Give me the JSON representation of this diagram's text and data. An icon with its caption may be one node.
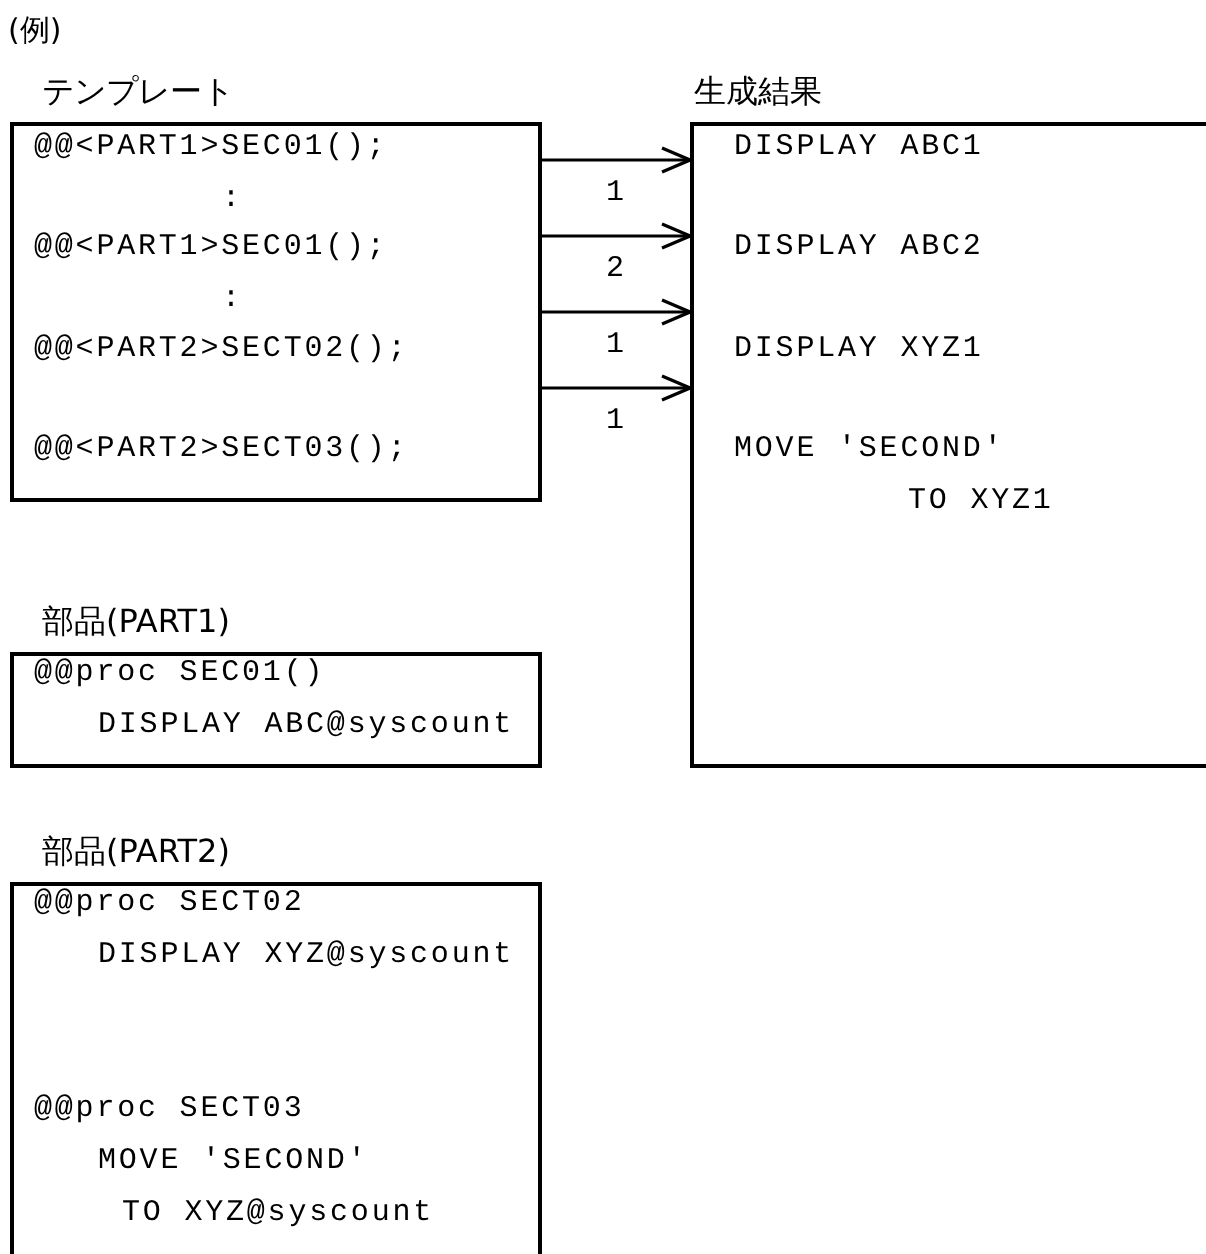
{
  "diagram": {
    "title": "(例)",
    "nodes": [
      {
        "text": [
          "テンプレート",
          "@@<PART1>SEC01();",
          ":",
          "@@<PART1>SEC01();",
          ":",
          "@@<PART2>SECT02();",
          "@@<PART2>SECT03();"
        ]
      },
      {
        "text": [
          "生成結果",
          "DISPLAY ABC1",
          "DISPLAY ABC2",
          "DISPLAY XYZ1",
          "MOVE 'SECOND'",
          "TO XYZ1"
        ]
      },
      {
        "text": [
          "部品(PART1)",
          "@@proc SEC01()",
          "DISPLAY ABC@syscount"
        ]
      },
      {
        "text": [
          "部品(PART2)",
          "@@proc SECT02",
          "DISPLAY XYZ@syscount",
          "@@proc SECT03",
          "MOVE 'SECOND'",
          "TO XYZ@syscount"
        ]
      }
    ],
    "edges": [
      {
        "from": 0,
        "to": 1,
        "arrow": "to",
        "label": "1"
      },
      {
        "from": 0,
        "to": 1,
        "arrow": "to",
        "label": "2"
      },
      {
        "from": 0,
        "to": 1,
        "arrow": "to",
        "label": "1"
      },
      {
        "from": 0,
        "to": 1,
        "arrow": "to",
        "label": "1"
      }
    ]
  }
}
